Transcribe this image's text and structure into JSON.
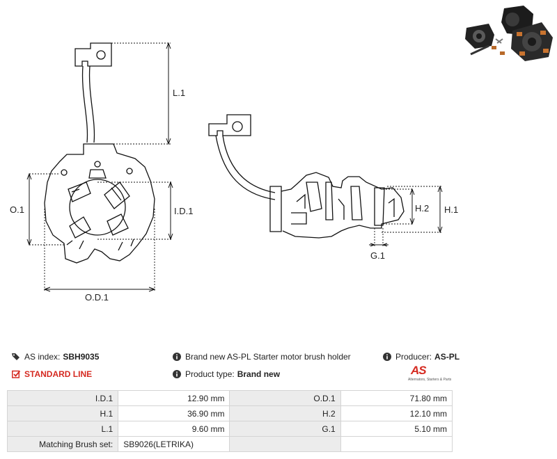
{
  "diagram": {
    "labels": {
      "l1": "L.1",
      "o1": "O.1",
      "id1": "I.D.1",
      "od1": "O.D.1",
      "h2": "H.2",
      "h1": "H.1",
      "g1": "G.1"
    }
  },
  "info": {
    "as_index_label": "AS index:",
    "as_index_value": "SBH9035",
    "description": "Brand new AS-PL Starter motor brush holder",
    "producer_label": "Producer:",
    "producer_value": "AS-PL",
    "line": "STANDARD LINE",
    "product_type_label": "Product type:",
    "product_type_value": "Brand new",
    "logo_main": "AS",
    "logo_sub": "Alternators, Starters & Parts"
  },
  "specs": [
    {
      "label": "I.D.1",
      "value": "12.90 mm",
      "label2": "O.D.1",
      "value2": "71.80 mm"
    },
    {
      "label": "H.1",
      "value": "36.90 mm",
      "label2": "H.2",
      "value2": "12.10 mm"
    },
    {
      "label": "L.1",
      "value": "9.60 mm",
      "label2": "G.1",
      "value2": "5.10 mm"
    },
    {
      "label": "Matching Brush set:",
      "value": "SB9026(LETRIKA)",
      "label2": "",
      "value2": ""
    }
  ],
  "colors": {
    "accent_red": "#d52a21",
    "label_cell": "#ececec",
    "border": "#d4d4d4"
  }
}
